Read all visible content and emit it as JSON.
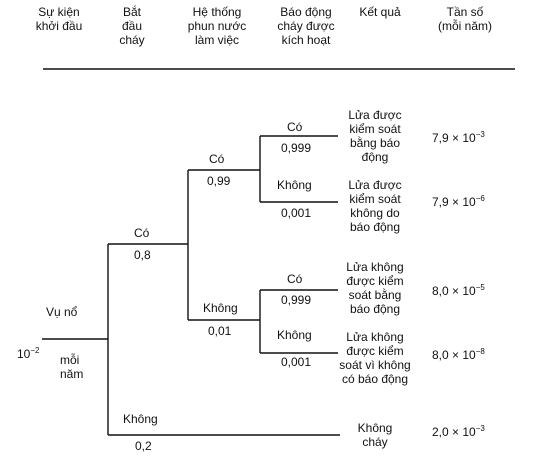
{
  "headers": {
    "initiating_event": [
      "Sự kiện",
      "khởi đầu"
    ],
    "fire_starts": [
      "Bắt",
      "đầu",
      "cháy"
    ],
    "sprinkler": [
      "Hệ thống",
      "phun nước",
      "làm việc"
    ],
    "alarm": [
      "Báo động",
      "cháy được",
      "kích hoạt"
    ],
    "outcome": [
      "Kết quả"
    ],
    "frequency": [
      "Tần số",
      "(mỗi năm)"
    ]
  },
  "initiating": {
    "label": "Vụ nổ",
    "freq_base": "10",
    "freq_exp": "−2",
    "freq_unit": [
      "mỗi",
      "năm"
    ]
  },
  "branches": {
    "fire_yes": {
      "label": "Có",
      "prob": "0,8"
    },
    "fire_no": {
      "label": "Không",
      "prob": "0,2"
    },
    "sprinkler_yes": {
      "label": "Có",
      "prob": "0,99"
    },
    "sprinkler_no": {
      "label": "Không",
      "prob": "0,01"
    },
    "alarm_yes_1": {
      "label": "Có",
      "prob": "0,999"
    },
    "alarm_no_1": {
      "label": "Không",
      "prob": "0,001"
    },
    "alarm_yes_2": {
      "label": "Có",
      "prob": "0,999"
    },
    "alarm_no_2": {
      "label": "Không",
      "prob": "0,001"
    }
  },
  "outcomes": [
    {
      "lines": [
        "Lửa được",
        "kiểm soát",
        "bằng báo",
        "động"
      ],
      "mant": "7,9 × 10",
      "exp": "−3"
    },
    {
      "lines": [
        "Lửa được",
        "kiểm soát",
        "không do",
        "báo động"
      ],
      "mant": "7,9 × 10",
      "exp": "−6"
    },
    {
      "lines": [
        "Lửa không",
        "được kiểm",
        "soát bằng",
        "báo động"
      ],
      "mant": "8,0 × 10",
      "exp": "−5"
    },
    {
      "lines": [
        "Lửa không",
        "được kiểm",
        "soát vì không",
        "có báo động"
      ],
      "mant": "8,0 × 10",
      "exp": "−8"
    },
    {
      "lines": [
        "Không",
        "cháy"
      ],
      "mant": "2,0 × 10",
      "exp": "−3"
    }
  ]
}
